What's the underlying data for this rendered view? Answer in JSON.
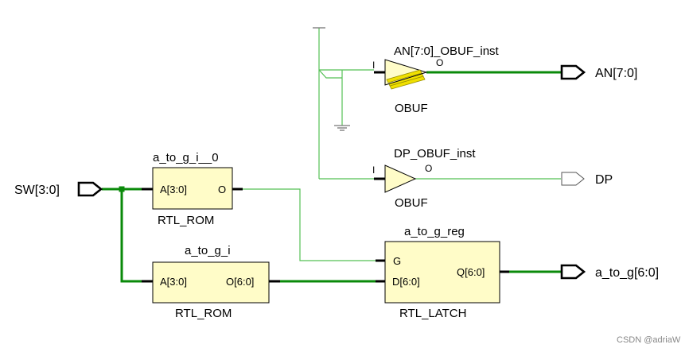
{
  "colors": {
    "bus_wire": "#0a8a0a",
    "signal_wire": "#55c055",
    "cell_fill": "#fffcc8",
    "cell_border": "#000000",
    "buf_stripe": "#f0e000",
    "ground": "#777777"
  },
  "ports": {
    "input": {
      "name": "SW[3:0]"
    },
    "outputs": [
      {
        "name": "AN[7:0]",
        "bus": true
      },
      {
        "name": "DP",
        "bus": false
      },
      {
        "name": "a_to_g[6:0]",
        "bus": true
      }
    ]
  },
  "cells": {
    "rom0": {
      "instance": "a_to_g_i__0",
      "type": "RTL_ROM",
      "pin_in": "A[3:0]",
      "pin_out": "O"
    },
    "rom1": {
      "instance": "a_to_g_i",
      "type": "RTL_ROM",
      "pin_in": "A[3:0]",
      "pin_out": "O[6:0]"
    },
    "latch": {
      "instance": "a_to_g_reg",
      "type": "RTL_LATCH",
      "pin_g": "G",
      "pin_d": "D[6:0]",
      "pin_q": "Q[6:0]"
    },
    "an_buf": {
      "instance": "AN[7:0]_OBUF_inst",
      "type": "OBUF",
      "pin_in": "I",
      "pin_out": "O"
    },
    "dp_buf": {
      "instance": "DP_OBUF_inst",
      "type": "OBUF",
      "pin_in": "I",
      "pin_out": "O"
    }
  },
  "watermark": "CSDN @adriaW"
}
